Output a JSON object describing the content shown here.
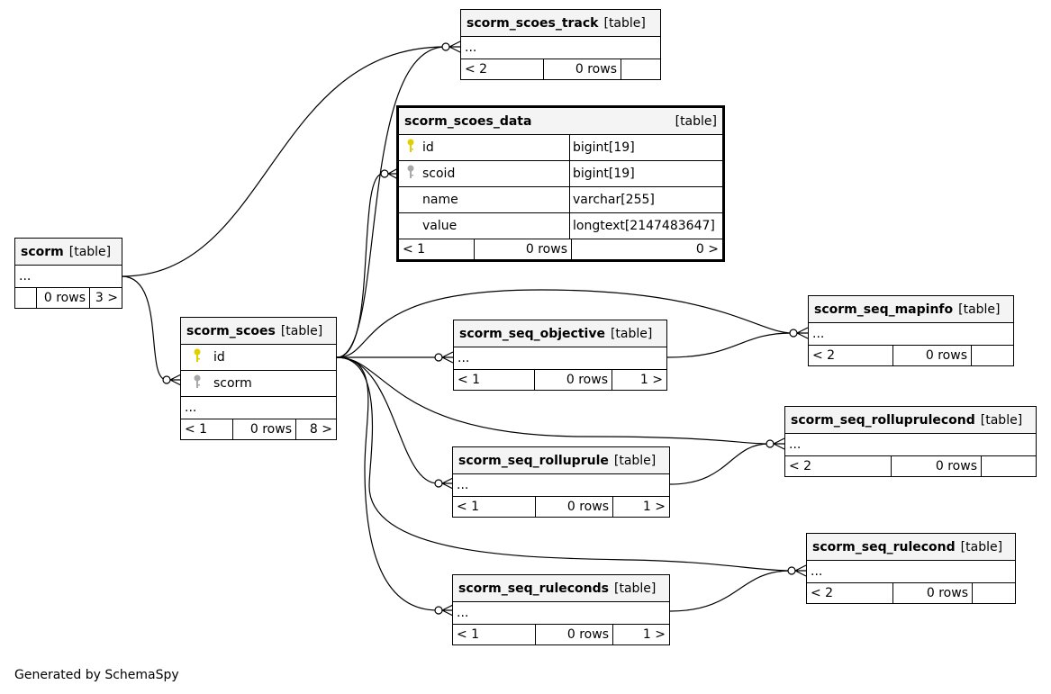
{
  "credit": "Generated by SchemaSpy",
  "colors": {
    "primary_key": "#e0d000",
    "foreign_key": "#a8a8a8",
    "header_bg": "#f4f4f4"
  },
  "tables": {
    "scorm_scoes_track": {
      "name": "scorm_scoes_track",
      "type": "[table]",
      "ellipsis": "...",
      "parents": "< 2",
      "rows": "0 rows",
      "children": ""
    },
    "scorm_scoes_data": {
      "name": "scorm_scoes_data",
      "type": "[table]",
      "columns": [
        {
          "key": "primary-key-icon",
          "name": "id",
          "dtype": "bigint[19]"
        },
        {
          "key": "foreign-key-icon",
          "name": "scoid",
          "dtype": "bigint[19]"
        },
        {
          "key": "",
          "name": "name",
          "dtype": "varchar[255]"
        },
        {
          "key": "",
          "name": "value",
          "dtype": "longtext[2147483647]"
        }
      ],
      "parents": "< 1",
      "rows": "0 rows",
      "children": "0 >"
    },
    "scorm": {
      "name": "scorm",
      "type": "[table]",
      "ellipsis": "...",
      "parents": "",
      "rows": "0 rows",
      "children": "3 >"
    },
    "scorm_scoes": {
      "name": "scorm_scoes",
      "type": "[table]",
      "columns": [
        {
          "key": "primary-key-icon",
          "name": "id"
        },
        {
          "key": "foreign-key-icon",
          "name": "scorm"
        }
      ],
      "ellipsis": "...",
      "parents": "< 1",
      "rows": "0 rows",
      "children": "8 >"
    },
    "scorm_seq_objective": {
      "name": "scorm_seq_objective",
      "type": "[table]",
      "ellipsis": "...",
      "parents": "< 1",
      "rows": "0 rows",
      "children": "1 >"
    },
    "scorm_seq_mapinfo": {
      "name": "scorm_seq_mapinfo",
      "type": "[table]",
      "ellipsis": "...",
      "parents": "< 2",
      "rows": "0 rows",
      "children": ""
    },
    "scorm_seq_rolluprulecond": {
      "name": "scorm_seq_rolluprulecond",
      "type": "[table]",
      "ellipsis": "...",
      "parents": "< 2",
      "rows": "0 rows",
      "children": ""
    },
    "scorm_seq_rolluprule": {
      "name": "scorm_seq_rolluprule",
      "type": "[table]",
      "ellipsis": "...",
      "parents": "< 1",
      "rows": "0 rows",
      "children": "1 >"
    },
    "scorm_seq_rulecond": {
      "name": "scorm_seq_rulecond",
      "type": "[table]",
      "ellipsis": "...",
      "parents": "< 2",
      "rows": "0 rows",
      "children": ""
    },
    "scorm_seq_ruleconds": {
      "name": "scorm_seq_ruleconds",
      "type": "[table]",
      "ellipsis": "...",
      "parents": "< 1",
      "rows": "0 rows",
      "children": "1 >"
    }
  },
  "relationships": [
    {
      "from": "scorm",
      "to": "scorm_scoes_track"
    },
    {
      "from": "scorm",
      "to": "scorm_scoes"
    },
    {
      "from": "scorm_scoes",
      "to": "scorm_scoes_track"
    },
    {
      "from": "scorm_scoes",
      "to": "scorm_scoes_data"
    },
    {
      "from": "scorm_scoes",
      "to": "scorm_seq_objective"
    },
    {
      "from": "scorm_scoes",
      "to": "scorm_seq_mapinfo"
    },
    {
      "from": "scorm_scoes",
      "to": "scorm_seq_rolluprulecond"
    },
    {
      "from": "scorm_scoes",
      "to": "scorm_seq_rolluprule"
    },
    {
      "from": "scorm_scoes",
      "to": "scorm_seq_rulecond"
    },
    {
      "from": "scorm_scoes",
      "to": "scorm_seq_ruleconds"
    },
    {
      "from": "scorm_seq_objective",
      "to": "scorm_seq_mapinfo"
    },
    {
      "from": "scorm_seq_rolluprule",
      "to": "scorm_seq_rolluprulecond"
    },
    {
      "from": "scorm_seq_ruleconds",
      "to": "scorm_seq_rulecond"
    }
  ]
}
